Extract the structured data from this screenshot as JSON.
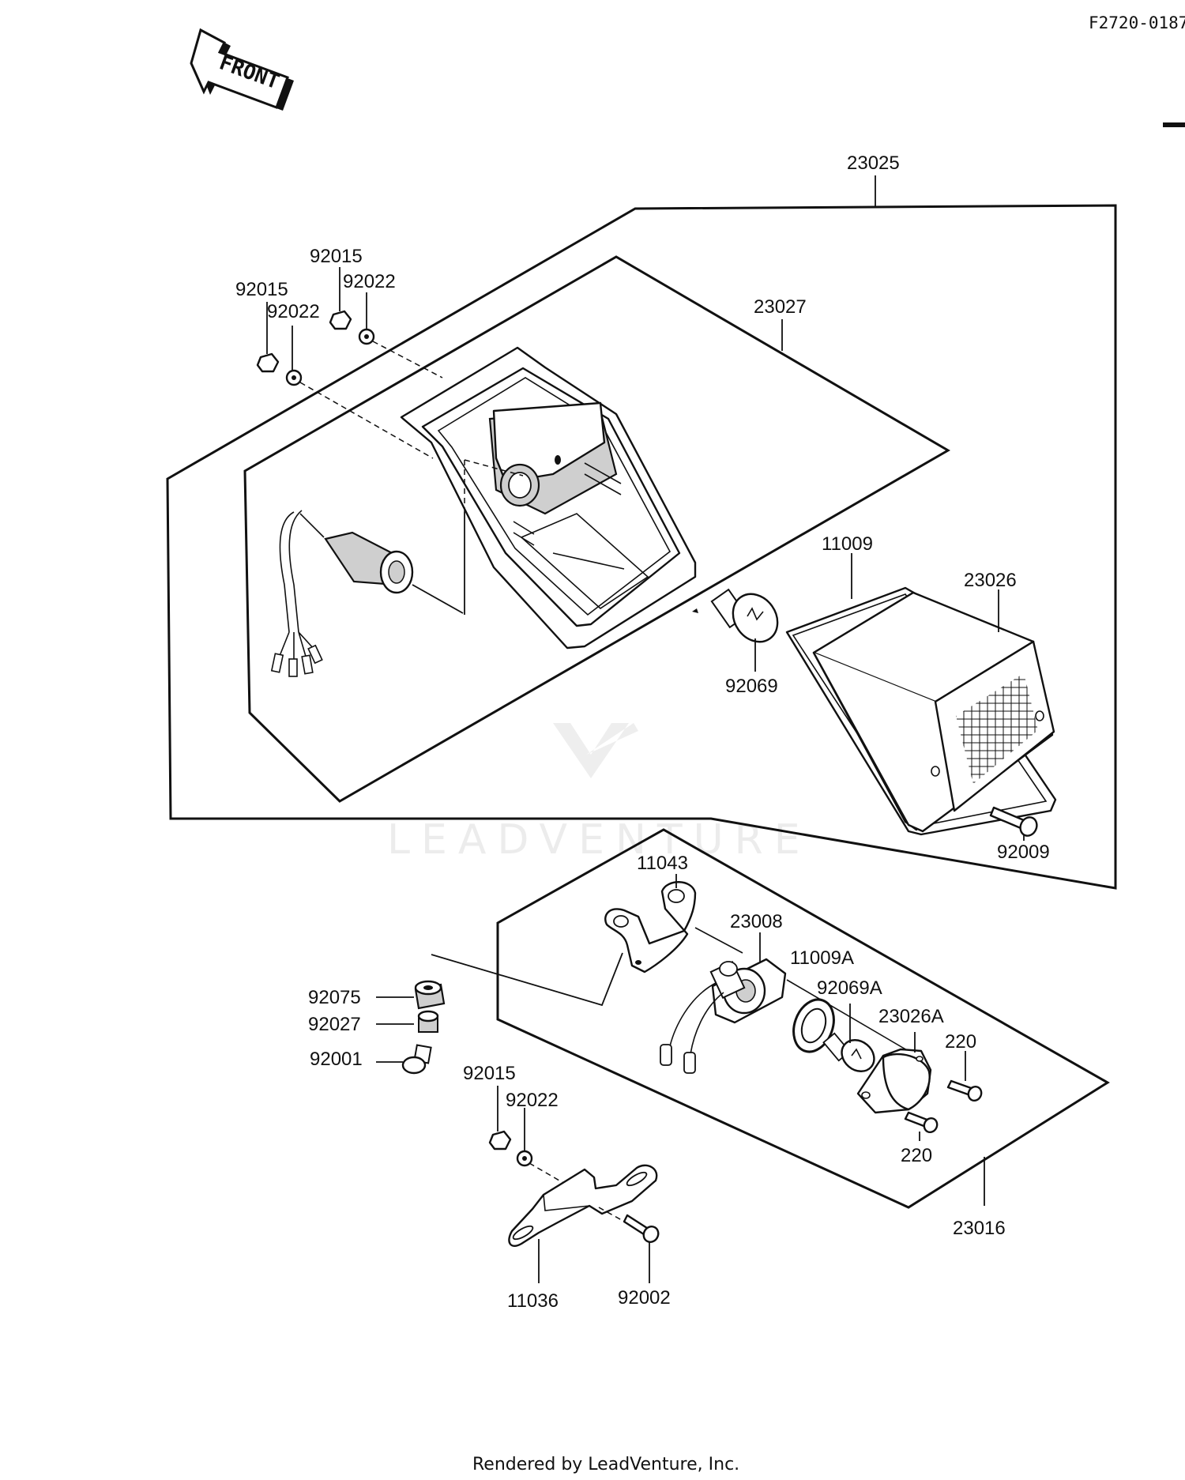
{
  "diagram": {
    "code": "F2720-0187",
    "front_label": "FRONT",
    "footer": "Rendered by LeadVenture, Inc.",
    "watermark": "LEADVENTURE",
    "callouts": {
      "p23025": "23025",
      "p23027": "23027",
      "p92015_a": "92015",
      "p92022_a": "92022",
      "p92015_b": "92015",
      "p92022_b": "92022",
      "p11009": "11009",
      "p23026": "23026",
      "p92069": "92069",
      "p92009": "92009",
      "p11043": "11043",
      "p23008": "23008",
      "p11009A": "11009A",
      "p92069A": "92069A",
      "p23026A": "23026A",
      "p220_a": "220",
      "p220_b": "220",
      "p92075": "92075",
      "p92027": "92027",
      "p92001": "92001",
      "p92015_c": "92015",
      "p92022_c": "92022",
      "p23016": "23016",
      "p11036": "11036",
      "p92002": "92002"
    }
  }
}
